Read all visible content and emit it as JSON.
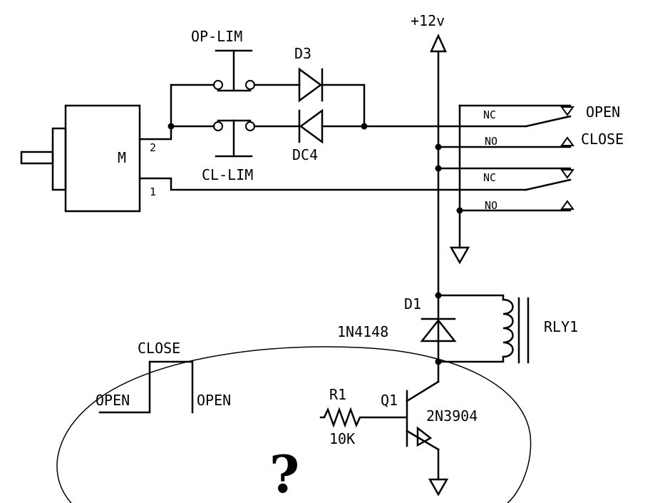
{
  "labels": {
    "supply": "+12v",
    "op_lim": "OP-LIM",
    "cl_lim": "CL-LIM",
    "d3": "D3",
    "dc4": "DC4",
    "motor": "M",
    "motor_pin2": "2",
    "motor_pin1": "1",
    "contact_nc1": "NC",
    "contact_no1": "NO",
    "contact_nc2": "NC",
    "contact_no2": "NO",
    "out_open": "OPEN",
    "out_close": "CLOSE",
    "d1": "D1",
    "d1_part": "1N4148",
    "relay": "RLY1",
    "r1": "R1",
    "r1_value": "10K",
    "q1": "Q1",
    "q1_part": "2N3904",
    "waveform_close": "CLOSE",
    "waveform_open_left": "OPEN",
    "waveform_open_right": "OPEN",
    "question": "?"
  }
}
